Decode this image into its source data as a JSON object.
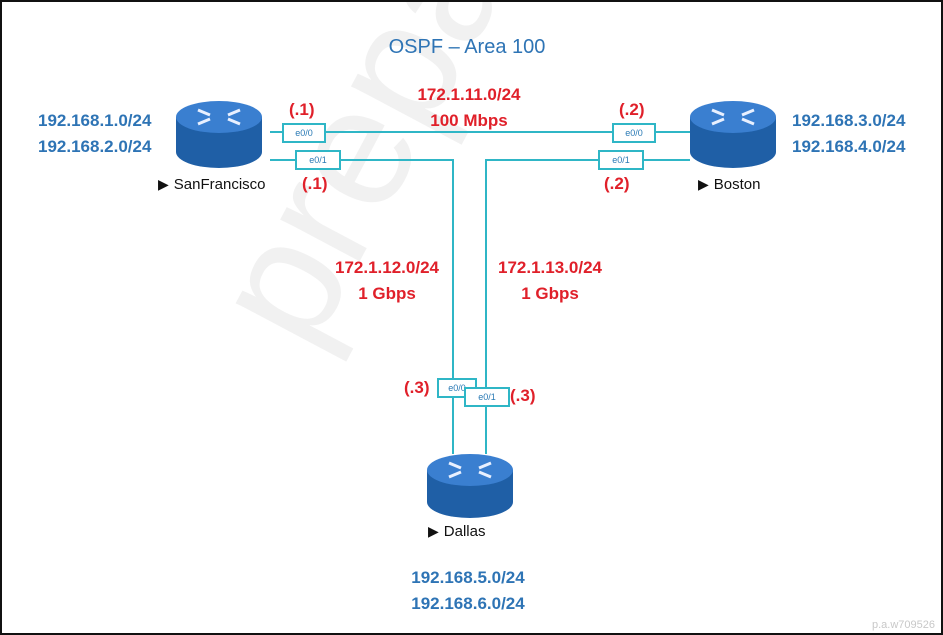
{
  "title": "OSPF – Area 100",
  "routers": {
    "sf": {
      "name": "SanFrancisco",
      "networks": [
        "192.168.1.0/24",
        "192.168.2.0/24"
      ],
      "ip_e00": "(.1)",
      "ip_e01": "(.1)"
    },
    "boston": {
      "name": "Boston",
      "networks": [
        "192.168.3.0/24",
        "192.168.4.0/24"
      ],
      "ip_e00": "(.2)",
      "ip_e01": "(.2)"
    },
    "dallas": {
      "name": "Dallas",
      "networks": [
        "192.168.5.0/24",
        "192.168.6.0/24"
      ],
      "ip_e00": "(.3)",
      "ip_e01": "(.3)"
    }
  },
  "links": {
    "sf_boston": {
      "subnet": "172.1.11.0/24",
      "speed": "100 Mbps"
    },
    "sf_dallas": {
      "subnet": "172.1.12.0/24",
      "speed": "1 Gbps"
    },
    "boston_dallas": {
      "subnet": "172.1.13.0/24",
      "speed": "1 Gbps"
    }
  },
  "ports": {
    "e00": "e0/0",
    "e01": "e0/1"
  },
  "watermark": {
    "main": "prepaway",
    "corner": "p.a.w709526"
  },
  "colors": {
    "network_blue": "#2e74b5",
    "ip_red": "#e0202a",
    "link_cyan": "#2fb6c6",
    "router_blue": "#1f5fa6"
  }
}
